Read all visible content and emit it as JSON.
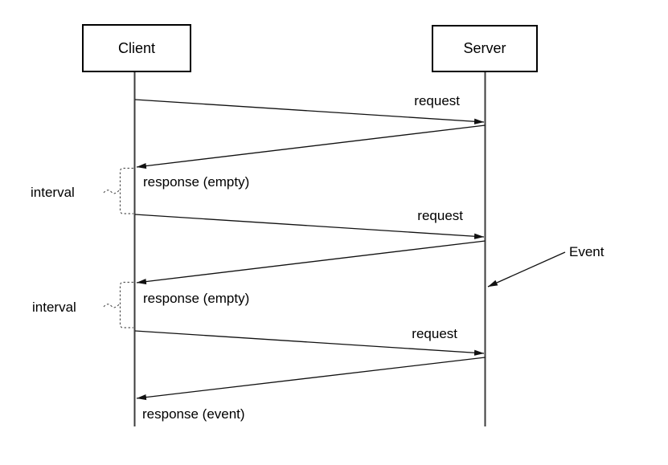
{
  "diagram": {
    "kind": "sequence-diagram-polling",
    "background_color": "#ffffff",
    "line_color": "#000000",
    "lifeline_color": "#3d3d3d",
    "actors": [
      {
        "id": "client",
        "label": "Client"
      },
      {
        "id": "server",
        "label": "Server"
      }
    ],
    "messages": [
      {
        "index": 1,
        "label": "request",
        "from": "client",
        "to": "server"
      },
      {
        "index": 2,
        "label": "response (empty)",
        "from": "server",
        "to": "client"
      },
      {
        "index": 3,
        "label": "request",
        "from": "client",
        "to": "server"
      },
      {
        "index": 4,
        "label": "response (empty)",
        "from": "server",
        "to": "client"
      },
      {
        "index": 5,
        "label": "request",
        "from": "client",
        "to": "server"
      },
      {
        "index": 6,
        "label": "response (event)",
        "from": "server",
        "to": "client"
      }
    ],
    "annotations": [
      {
        "id": "interval-1",
        "label": "interval",
        "attached_to": "client-lifeline"
      },
      {
        "id": "interval-2",
        "label": "interval",
        "attached_to": "client-lifeline"
      },
      {
        "id": "event",
        "label": "Event",
        "attached_to": "server-lifeline"
      }
    ]
  }
}
